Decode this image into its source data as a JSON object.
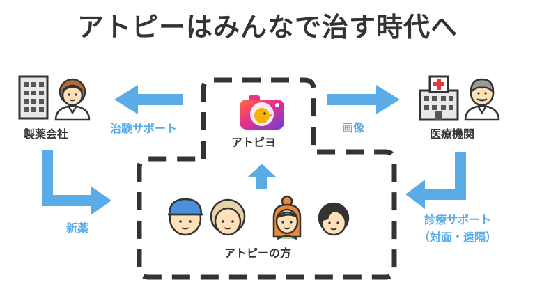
{
  "title": "アトピーはみんなで治す時代へ",
  "nodes": {
    "pharma": {
      "label": "製薬会社",
      "icons": [
        "building-icon",
        "nurse-icon"
      ]
    },
    "app": {
      "label": "アトピヨ",
      "icons": [
        "camera-bird-app-icon"
      ]
    },
    "medical": {
      "label": "医療機関",
      "icons": [
        "hospital-icon",
        "doctor-icon"
      ]
    },
    "patients": {
      "label": "アトピーの方",
      "icons": [
        "man-cap-face-icon",
        "elderly-face-icon",
        "woman-face-icon",
        "child-face-icon"
      ]
    }
  },
  "edges": {
    "app_to_pharma": {
      "label": "治験サポート"
    },
    "app_to_medical": {
      "label": "画像"
    },
    "pharma_to_patients": {
      "label": "新薬"
    },
    "medical_to_patients": {
      "line1": "診療サポート",
      "line2": "（対面・遠隔）"
    },
    "patients_to_app": {
      "label": ""
    }
  },
  "colors": {
    "arrow": "#5aace8",
    "edge_text": "#5aace8",
    "title_text": "#333333",
    "dashed_border": "#333333",
    "hospital_cross": "#e53935",
    "skin": "#ffe0b8",
    "cap": "#4a90d9"
  }
}
